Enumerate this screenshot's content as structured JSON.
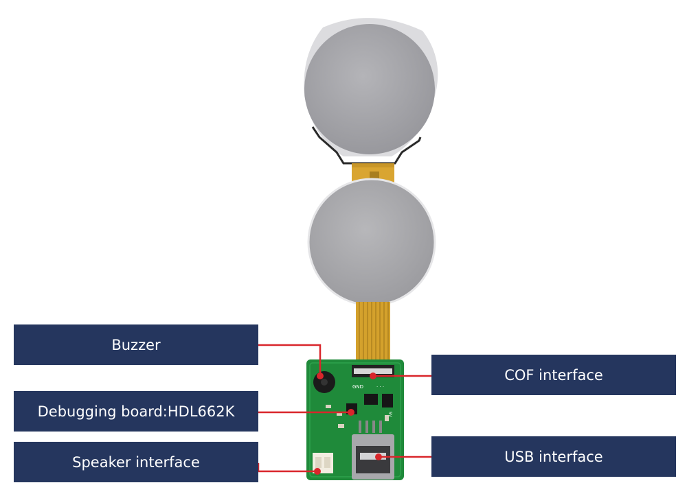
{
  "labels": {
    "buzzer": "Buzzer",
    "debugging_board": "Debugging board:HDL662K",
    "speaker_interface": "Speaker interface",
    "cof_interface": "COF interface",
    "usb_interface": "USB interface"
  },
  "pcb_silkscreen": {
    "top": "GND",
    "right": "5V"
  },
  "colors": {
    "label_bg": "#25365e",
    "label_text": "#ffffff",
    "leader_line": "#d9262b",
    "pcb": "#1f8a3a",
    "flex_cable": "#d3a22e",
    "display_panel": "#a9a9ad"
  }
}
